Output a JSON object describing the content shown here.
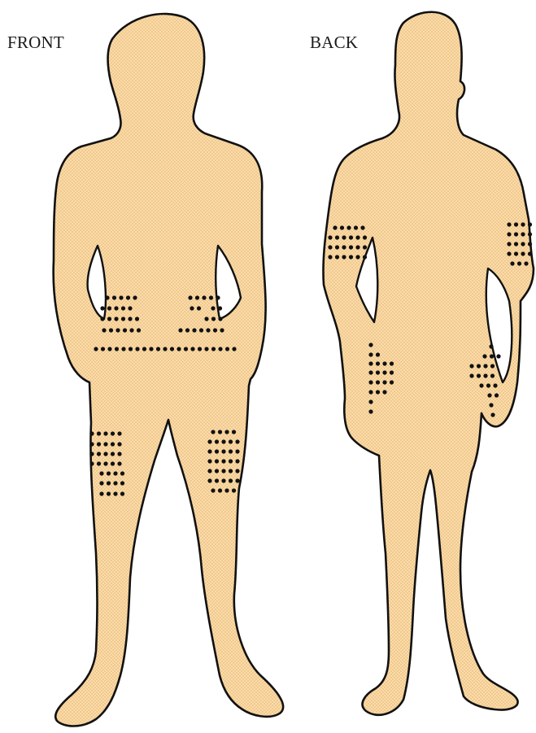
{
  "labels": {
    "front": "FRONT",
    "back": "BACK"
  },
  "colors": {
    "skin": "#f9dcae",
    "skin_pattern": "#f2c98b",
    "outline": "#111111",
    "dots": "#111111",
    "background": "#ffffff"
  },
  "figures": [
    {
      "view": "front",
      "injection_sites": [
        "abdomen",
        "left-thigh",
        "right-thigh"
      ]
    },
    {
      "view": "back",
      "injection_sites": [
        "left-upper-arm",
        "right-upper-arm",
        "left-buttock",
        "right-buttock"
      ]
    }
  ]
}
